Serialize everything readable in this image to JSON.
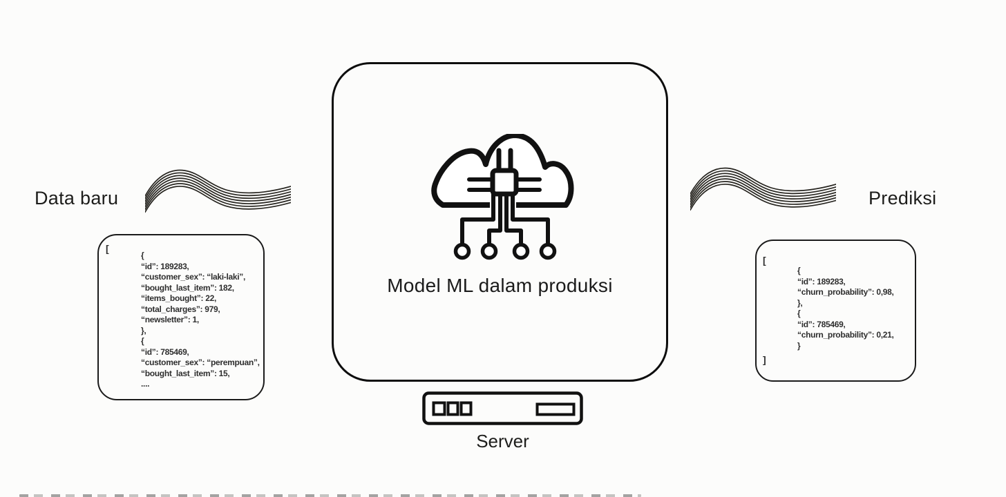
{
  "labels": {
    "data_baru": "Data baru",
    "prediksi": "Prediksi",
    "model": "Model ML dalam produksi",
    "server": "Server"
  },
  "input_card": {
    "open_bracket": "[",
    "lines": [
      "{",
      "“id”: 189283,",
      "“customer_sex”: “laki-laki”,",
      "“bought_last_item”: 182,",
      "“items_bought”: 22,",
      "“total_charges”: 979,",
      "“newsletter”: 1,",
      "},",
      "{",
      "“id”: 785469,",
      "“customer_sex”: “perempuan”,",
      "“bought_last_item”: 15,",
      "...."
    ]
  },
  "output_card": {
    "open_bracket": "[",
    "lines": [
      "{",
      "“id”: 189283,",
      "“churn_probability”: 0,98,",
      "},",
      "{",
      "“id”: 785469,",
      "“churn_probability”: 0,21,",
      "}"
    ],
    "close_bracket": "]"
  },
  "icons": {
    "flow_wave_left": "wavy-flow-lines",
    "flow_wave_right": "wavy-flow-lines",
    "cloud_ml_chip": "cloud-with-circuit-chip",
    "server": "server-rack"
  },
  "colors": {
    "ink": "#111111",
    "label_text": "#1d1d1b",
    "json_text": "#2e2e2e",
    "background": "#fcfcfb"
  }
}
